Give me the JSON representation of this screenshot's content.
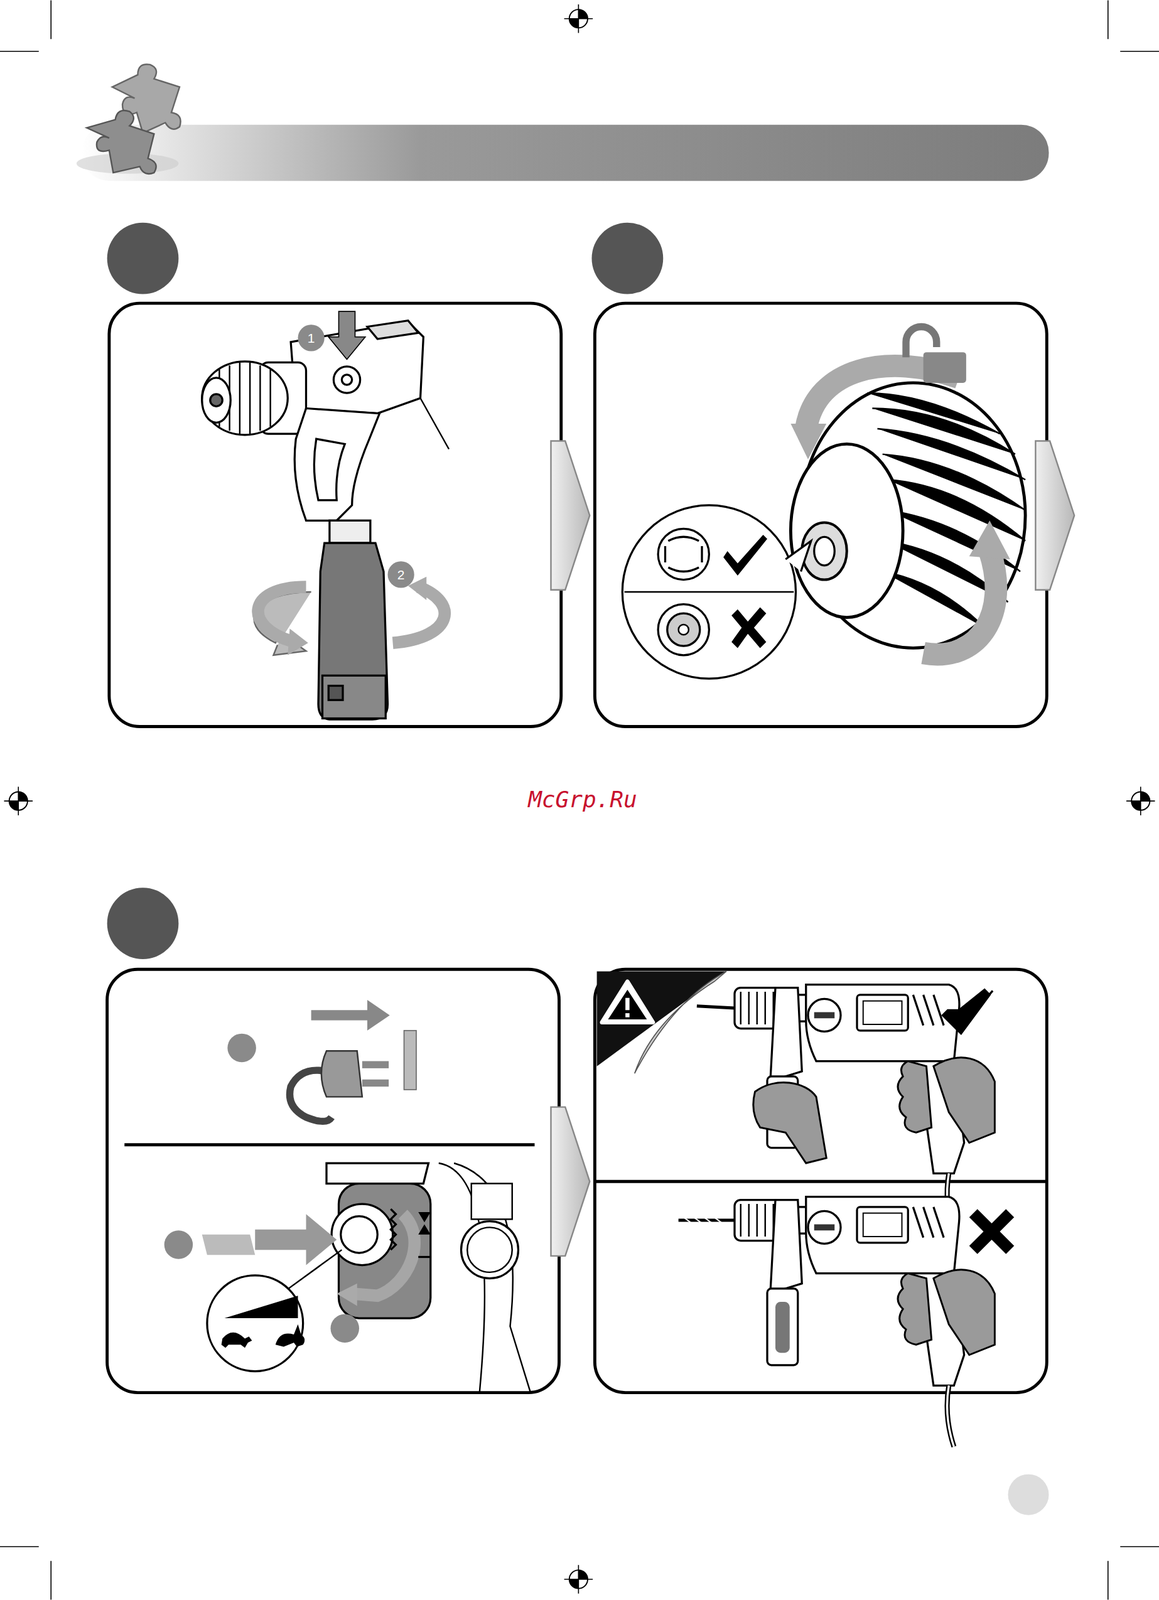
{
  "diagram": {
    "labels": [
      "1",
      "2",
      "McGrp.Ru"
    ]
  }
}
